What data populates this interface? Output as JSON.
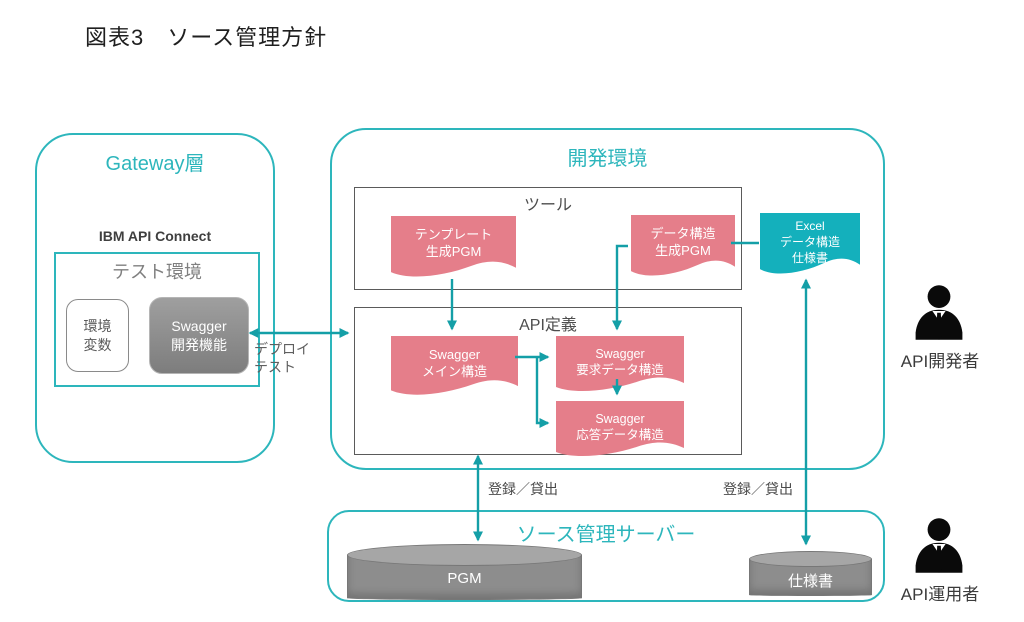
{
  "title": "図表3　ソース管理方針",
  "gateway": {
    "title": "Gateway層",
    "product_label": "IBM API Connect",
    "test_env": {
      "title": "テスト環境",
      "env_var": "環境\n変数",
      "swagger_dev": "Swagger\n開発機能"
    }
  },
  "dev_env": {
    "title": "開発環境",
    "tool": {
      "title": "ツール",
      "template_pgm": "テンプレート\n生成PGM",
      "data_pgm": "データ構造\n生成PGM"
    },
    "api_def": {
      "title": "API定義",
      "swagger_main": "Swagger\nメイン構造",
      "swagger_req": "Swagger\n要求データ構造",
      "swagger_res": "Swagger\n応答データ構造"
    },
    "excel_doc": "Excel\nデータ構造\n仕様書"
  },
  "server": {
    "title": "ソース管理サーバー",
    "pgm_db": "PGM",
    "spec_db": "仕様書"
  },
  "edges": {
    "deploy_test": "デプロイ\nテスト",
    "register_left": "登録／貸出",
    "register_right": "登録／貸出"
  },
  "actors": {
    "developer": "API開発者",
    "operator": "API運用者"
  },
  "colors": {
    "teal": "#2db6bc",
    "arrow": "#149fa7",
    "pink": "#e57e8a",
    "excel": "#14b0bc",
    "cylinder": "#8d8d8d"
  }
}
